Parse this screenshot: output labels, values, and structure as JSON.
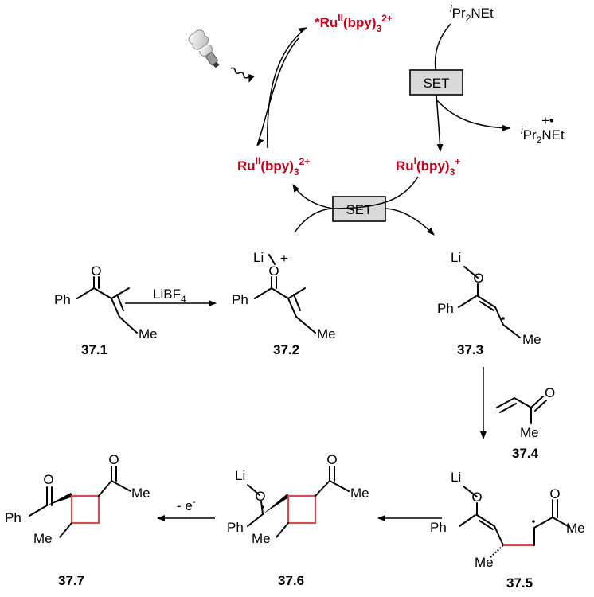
{
  "catalytic_cycle": {
    "excited_catalyst": {
      "star": "*Ru",
      "ox": "II",
      "ligand": "(bpy)",
      "sub": "3",
      "charge": "2+"
    },
    "ground_catalyst": {
      "metal": "Ru",
      "ox": "II",
      "ligand": "(bpy)",
      "sub": "3",
      "charge": "2+"
    },
    "reduced_catalyst": {
      "metal": "Ru",
      "ox": "I",
      "ligand": "(bpy)",
      "sub": "3",
      "charge": "+"
    },
    "set_label_top": "SET",
    "set_label_bottom": "SET",
    "amine": {
      "prefix": "i",
      "body": "Pr",
      "sub": "2",
      "tail": "NEt"
    },
    "amine_radical_cation": {
      "prefix": "i",
      "body": "Pr",
      "sub": "2",
      "tail": "NEt",
      "charge": "+•"
    }
  },
  "reagent_arrow": {
    "reagent": "LiBF",
    "sub": "4"
  },
  "compounds": {
    "c37_1": {
      "number": "37.1",
      "ph": "Ph",
      "me": "Me",
      "o": "O"
    },
    "c37_2": {
      "number": "37.2",
      "ph": "Ph",
      "me": "Me",
      "o": "O",
      "li": "Li",
      "charge": "+"
    },
    "c37_3": {
      "number": "37.3",
      "ph": "Ph",
      "me": "Me",
      "o": "O",
      "li": "Li"
    },
    "c37_4": {
      "number": "37.4",
      "me": "Me",
      "o": "O"
    },
    "c37_5": {
      "number": "37.5",
      "ph": "Ph",
      "me": "Me",
      "me2": "Me",
      "o": "O",
      "o2": "O",
      "li": "Li"
    },
    "c37_6": {
      "number": "37.6",
      "ph": "Ph",
      "me": "Me",
      "me2": "Me",
      "o": "O",
      "o2": "O",
      "li": "Li"
    },
    "c37_7": {
      "number": "37.7",
      "ph": "Ph",
      "me": "Me",
      "me2": "Me",
      "o": "O",
      "o2": "O"
    }
  },
  "electron_loss": {
    "text": "- e",
    "sup": "-"
  },
  "icons": [
    "light-bulb-icon",
    "light-wave-icon"
  ],
  "colors": {
    "catalyst_red": "#c0001a",
    "cyclobutane_ring": "#d64a55",
    "set_box_fill": "#d9d9d9"
  }
}
